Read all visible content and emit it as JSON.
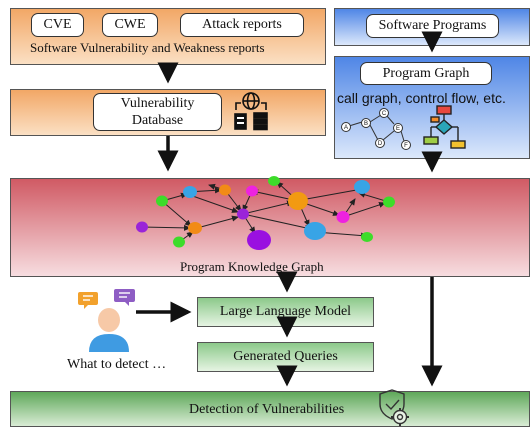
{
  "reports": {
    "cve": "CVE",
    "cwe": "CWE",
    "attack": "Attack reports",
    "caption": "Software Vulnerability and Weakness reports"
  },
  "vuln_db": {
    "line1": "Vulnerability",
    "line2": "Database"
  },
  "programs": {
    "title": "Software Programs"
  },
  "program_graph": {
    "title": "Program Graph",
    "caption": "call graph, control flow, etc.",
    "nodes": [
      "A",
      "B",
      "C",
      "D",
      "E",
      "F"
    ]
  },
  "knowledge_graph": {
    "caption": "Program Knowledge Graph"
  },
  "llm": {
    "label": "Large Language Model"
  },
  "queries": {
    "label": "Generated Queries"
  },
  "user": {
    "caption": "What to detect …"
  },
  "detection": {
    "label": "Detection of Vulnerabilities"
  },
  "colors": {
    "orange": "#f2a766",
    "blue": "#4f86e6",
    "red": "#d05a64",
    "green": "#5fa85a"
  }
}
